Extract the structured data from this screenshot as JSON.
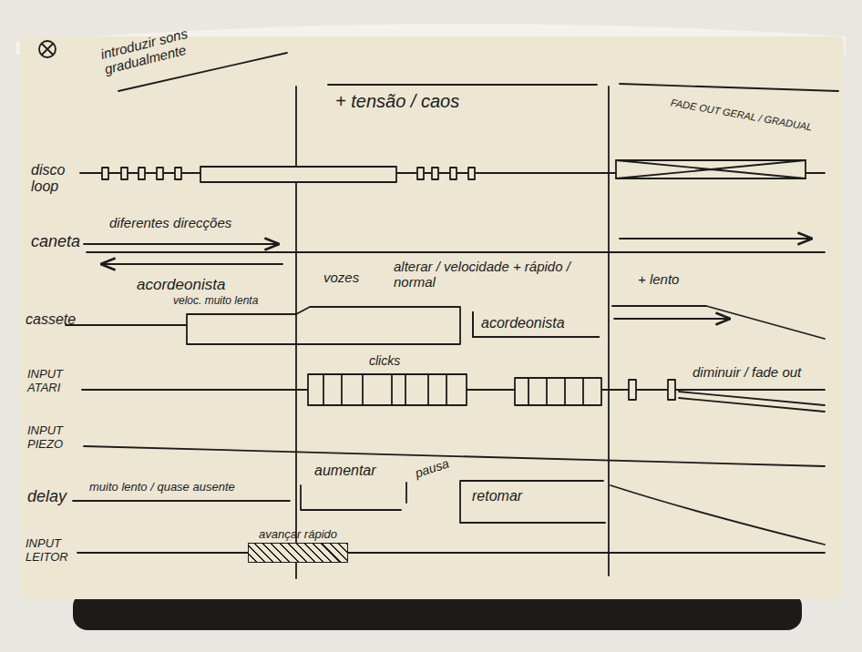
{
  "diagram": {
    "nodes": [
      {
        "text": [
          "acordeonista"
        ]
      },
      {
        "text": [
          "avançar rápido"
        ]
      }
    ],
    "labels": [
      "introduzir sons gradualmente",
      "+ tensão / caos",
      "FADE OUT GERAL / GRADUAL",
      "disco loop",
      "caneta",
      "diferentes direcções",
      "cassete",
      "acordeonista",
      "veloc. muito lenta",
      "vozes",
      "alterar / velocidade + rápido / normal",
      "+ lento",
      "INPUT ATARI",
      "clicks",
      "diminuir / fade out",
      "INPUT PIEZO",
      "delay",
      "muito lento / quase ausente",
      "aumentar",
      "pausa",
      "retomar",
      "INPUT LEITOR"
    ]
  }
}
